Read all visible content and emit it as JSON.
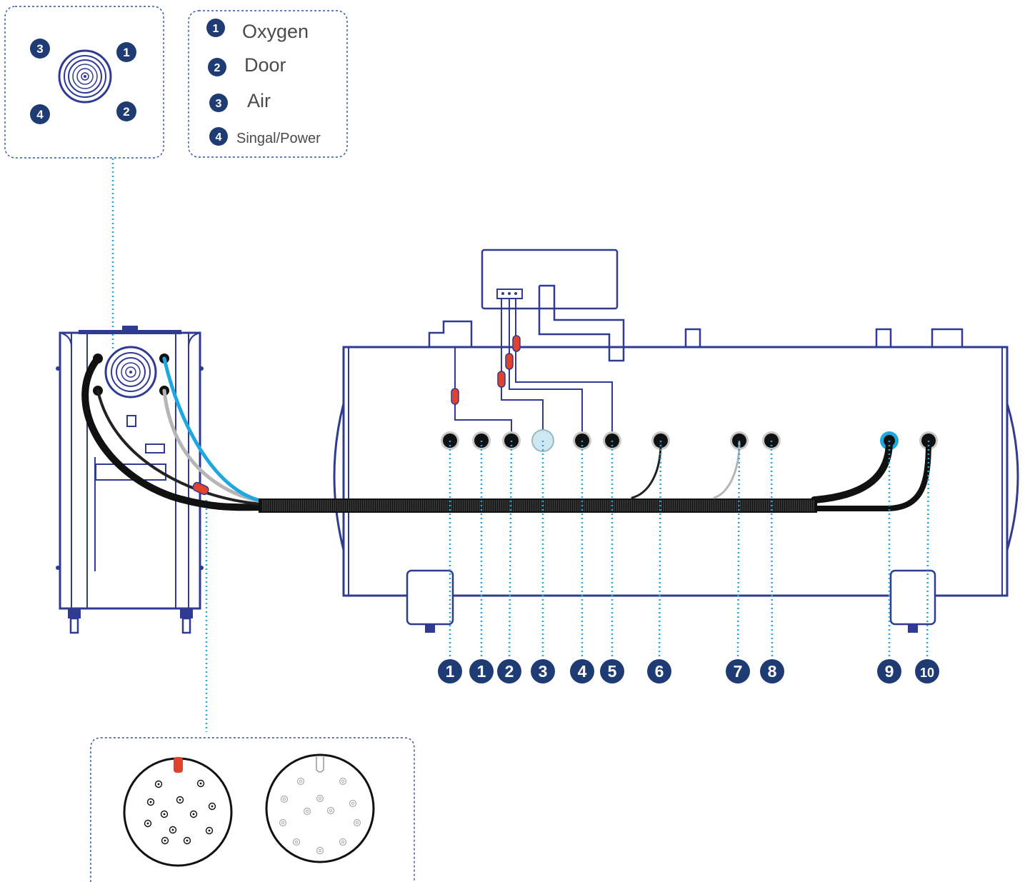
{
  "colors": {
    "navy": "#1f3b73",
    "outline": "#2f3a93",
    "cyan": "#1ea7e0",
    "red": "#e2412b",
    "black": "#111111",
    "grey": "#b5b5b5",
    "dashed": "#2f4fa3"
  },
  "connector_callout": {
    "ports": [
      {
        "number": "3",
        "position": "top-left"
      },
      {
        "number": "1",
        "position": "top-right"
      },
      {
        "number": "4",
        "position": "bottom-left"
      },
      {
        "number": "2",
        "position": "bottom-right"
      }
    ]
  },
  "legend": {
    "items": [
      {
        "number": "1",
        "label": "Oxygen"
      },
      {
        "number": "2",
        "label": "Door"
      },
      {
        "number": "3",
        "label": "Air"
      },
      {
        "number": "4",
        "label": "Singal/Power"
      }
    ]
  },
  "chamber_ports": {
    "labels": [
      "1",
      "1",
      "2",
      "3",
      "4",
      "5",
      "6",
      "7",
      "8",
      "9",
      "10"
    ]
  },
  "plug_callout": {
    "description_icons": [
      "male-plug-icon",
      "female-socket-icon"
    ]
  }
}
